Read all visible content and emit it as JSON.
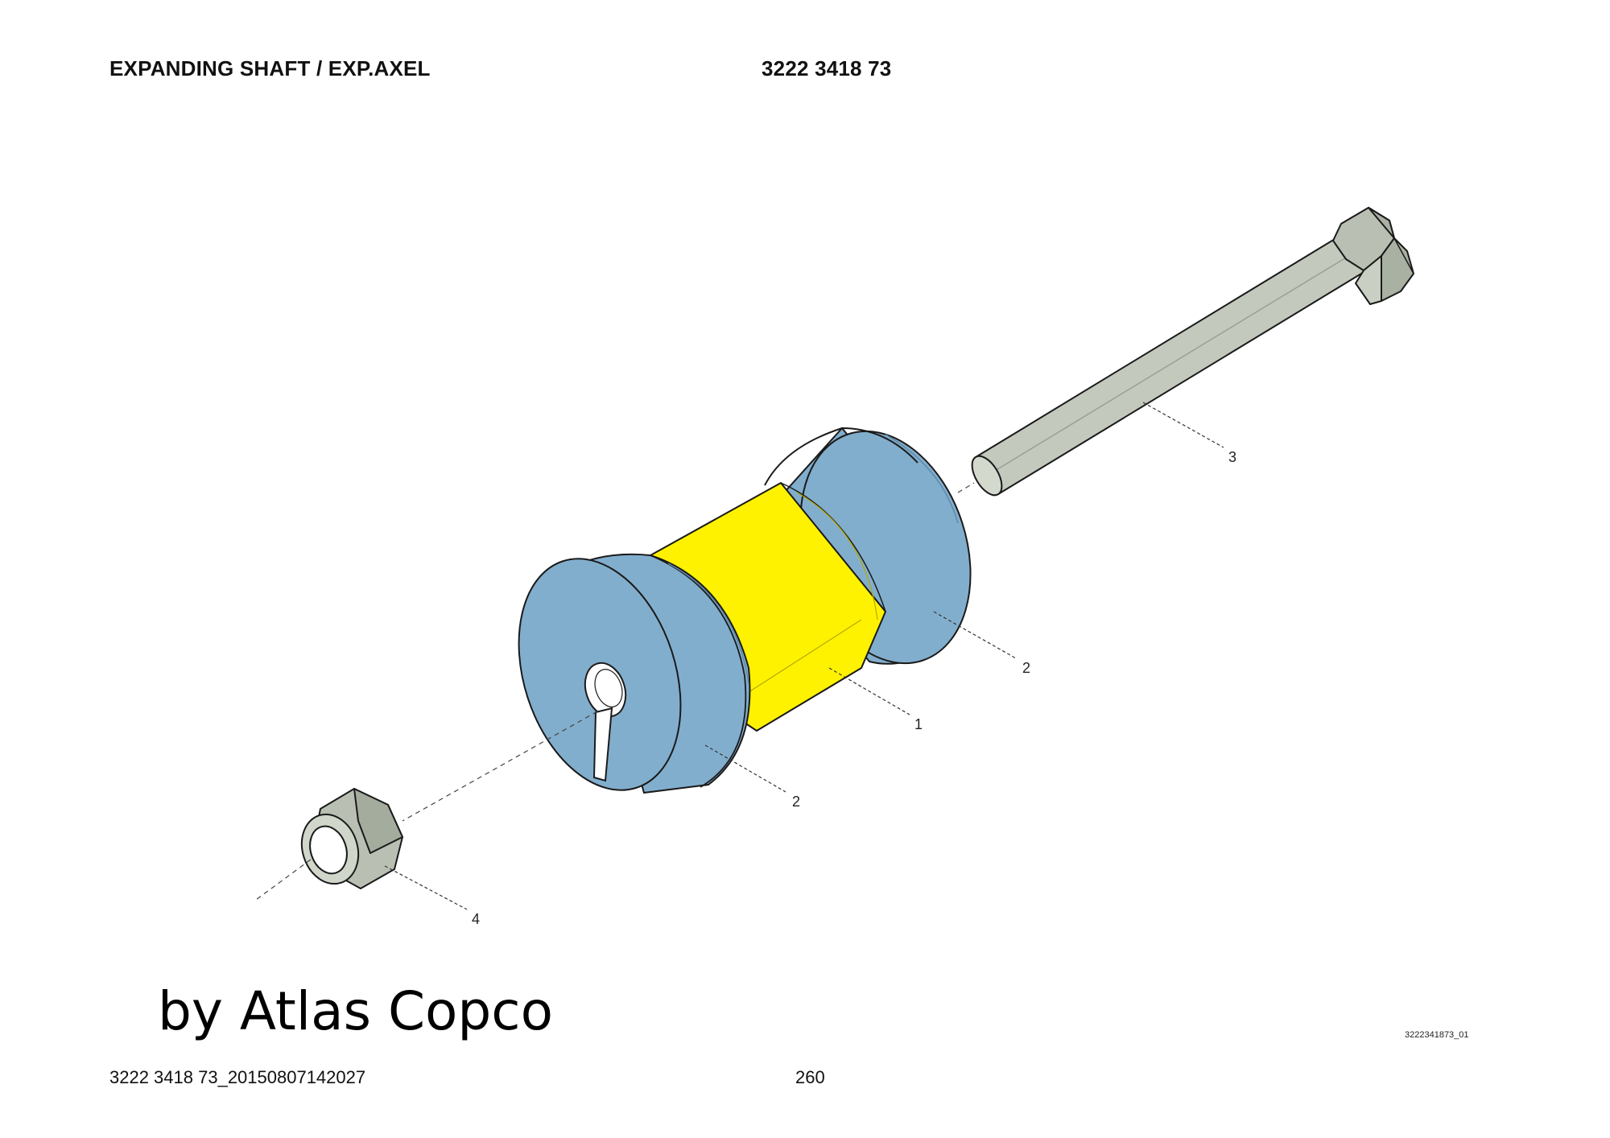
{
  "header": {
    "title": "EXPANDING SHAFT / EXP.AXEL",
    "part_number": "3222 3418 73"
  },
  "callouts": {
    "c1": "1",
    "c2_right": "2",
    "c2_left": "2",
    "c3": "3",
    "c4": "4"
  },
  "colors": {
    "rubber_blue": "#82aecd",
    "sleeve_yellow": "#fff200",
    "steel_gray": "#c3c9bd",
    "outline": "#1a1a1a"
  },
  "brand_text": "by Atlas Copco",
  "drawing_ref": "3222341873_01",
  "footer": {
    "doc_id": "3222 3418 73_20150807142027",
    "page": "260"
  }
}
